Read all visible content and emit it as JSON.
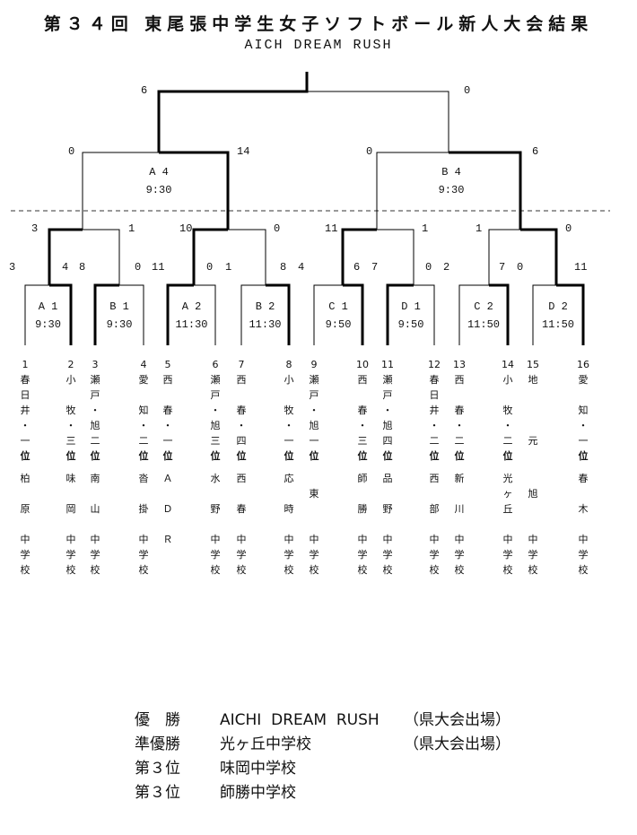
{
  "header": {
    "title": "第３４回 東尾張中学生女子ソフトボール新人大会結果",
    "subtitle": "AICH DREAM RUSH"
  },
  "final": {
    "left_score": "6",
    "right_score": "0"
  },
  "semis": [
    {
      "label": "A 4",
      "time": "9:30",
      "left_score": "0",
      "right_score": "14"
    },
    {
      "label": "B 4",
      "time": "9:30",
      "left_score": "0",
      "right_score": "6"
    }
  ],
  "round2": [
    {
      "left_score": "3",
      "right_score": "1"
    },
    {
      "left_score": "10",
      "right_score": "0"
    },
    {
      "left_score": "11",
      "right_score": "1"
    },
    {
      "left_score": "1",
      "right_score": "0"
    }
  ],
  "round1": [
    {
      "label": "A 1",
      "time": "9:30",
      "left_score": "3",
      "right_score": "4"
    },
    {
      "label": "B 1",
      "time": "9:30",
      "left_score": "8",
      "right_score": "0"
    },
    {
      "label": "A 2",
      "time": "11:30",
      "left_score": "11",
      "right_score": "0"
    },
    {
      "label": "B 2",
      "time": "11:30",
      "left_score": "1",
      "right_score": "8"
    },
    {
      "label": "C 1",
      "time": "9:50",
      "left_score": "4",
      "right_score": "6"
    },
    {
      "label": "D 1",
      "time": "9:50",
      "left_score": "7",
      "right_score": "0"
    },
    {
      "label": "C 2",
      "time": "11:50",
      "left_score": "2",
      "right_score": "7"
    },
    {
      "label": "D 2",
      "time": "11:50",
      "left_score": "0",
      "right_score": "11"
    }
  ],
  "teams": [
    {
      "no": "1",
      "pos": "1",
      "city": [
        "春",
        "日",
        "井",
        "・",
        "一"
      ],
      "rank": "位",
      "school": [
        "柏",
        "",
        "原",
        "",
        "中",
        "学",
        "校"
      ]
    },
    {
      "no": "2",
      "pos": "2",
      "city": [
        "小",
        "",
        "牧",
        "・",
        "三"
      ],
      "rank": "位",
      "school": [
        "味",
        "",
        "岡",
        "",
        "中",
        "学",
        "校"
      ]
    },
    {
      "no": "3",
      "pos": "3",
      "city": [
        "瀬",
        "戸",
        "・",
        "旭",
        "二"
      ],
      "rank": "位",
      "school": [
        "南",
        "",
        "山",
        "",
        "中",
        "学",
        "校"
      ]
    },
    {
      "no": "4",
      "pos": "4",
      "city": [
        "愛",
        "",
        "知",
        "・",
        "二"
      ],
      "rank": "位",
      "school": [
        "沓",
        "",
        "掛",
        "",
        "中",
        "学",
        "校"
      ]
    },
    {
      "no": "5",
      "pos": "5",
      "city": [
        "西",
        "",
        "春",
        "・",
        "一"
      ],
      "rank": "位",
      "school": [
        "Ａ",
        "",
        "Ｄ",
        "",
        "Ｒ",
        "",
        ""
      ]
    },
    {
      "no": "6",
      "pos": "6",
      "city": [
        "瀬",
        "戸",
        "・",
        "旭",
        "三"
      ],
      "rank": "位",
      "school": [
        "水",
        "",
        "野",
        "",
        "中",
        "学",
        "校"
      ]
    },
    {
      "no": "7",
      "pos": "7",
      "city": [
        "西",
        "",
        "春",
        "・",
        "四"
      ],
      "rank": "位",
      "school": [
        "西",
        "",
        "春",
        "",
        "中",
        "学",
        "校"
      ]
    },
    {
      "no": "8",
      "pos": "8",
      "city": [
        "小",
        "",
        "牧",
        "・",
        "一"
      ],
      "rank": "位",
      "school": [
        "応",
        "",
        "時",
        "",
        "中",
        "学",
        "校"
      ]
    },
    {
      "no": "9",
      "pos": "9",
      "city": [
        "瀬",
        "戸",
        "・",
        "旭",
        "一"
      ],
      "rank": "位",
      "school": [
        "",
        "東",
        "",
        "",
        "中",
        "学",
        "校"
      ]
    },
    {
      "no": "10",
      "pos": "10",
      "city": [
        "西",
        "",
        "春",
        "・",
        "三"
      ],
      "rank": "位",
      "school": [
        "師",
        "",
        "勝",
        "",
        "中",
        "学",
        "校"
      ]
    },
    {
      "no": "11",
      "pos": "11",
      "city": [
        "瀬",
        "戸",
        "・",
        "旭",
        "四"
      ],
      "rank": "位",
      "school": [
        "品",
        "",
        "野",
        "",
        "中",
        "学",
        "校"
      ]
    },
    {
      "no": "12",
      "pos": "12",
      "city": [
        "春",
        "日",
        "井",
        "・",
        "二"
      ],
      "rank": "位",
      "school": [
        "西",
        "",
        "部",
        "",
        "中",
        "学",
        "校"
      ]
    },
    {
      "no": "13",
      "pos": "13",
      "city": [
        "西",
        "",
        "春",
        "・",
        "二"
      ],
      "rank": "位",
      "school": [
        "新",
        "",
        "川",
        "",
        "中",
        "学",
        "校"
      ]
    },
    {
      "no": "14",
      "pos": "14",
      "city": [
        "小",
        "",
        "牧",
        "・",
        "二"
      ],
      "rank": "位",
      "school": [
        "光",
        "ヶ",
        "丘",
        "",
        "中",
        "学",
        "校"
      ]
    },
    {
      "no": "15",
      "pos": "15",
      "city": [
        "地",
        "",
        "",
        "",
        "元"
      ],
      "rank": "",
      "school": [
        "",
        "旭",
        "",
        "",
        "中",
        "学",
        "校"
      ]
    },
    {
      "no": "16",
      "pos": "16",
      "city": [
        "愛",
        "",
        "知",
        "・",
        "一"
      ],
      "rank": "位",
      "school": [
        "春",
        "",
        "木",
        "",
        "中",
        "学",
        "校"
      ]
    }
  ],
  "results": [
    {
      "place": "優　勝",
      "team": "AICHI  DREAM  RUSH",
      "note": "（県大会出場）"
    },
    {
      "place": "準優勝",
      "team": "光ヶ丘中学校",
      "note": "（県大会出場）"
    },
    {
      "place": "第３位",
      "team": "味岡中学校",
      "note": ""
    },
    {
      "place": "第３位",
      "team": "師勝中学校",
      "note": ""
    }
  ]
}
